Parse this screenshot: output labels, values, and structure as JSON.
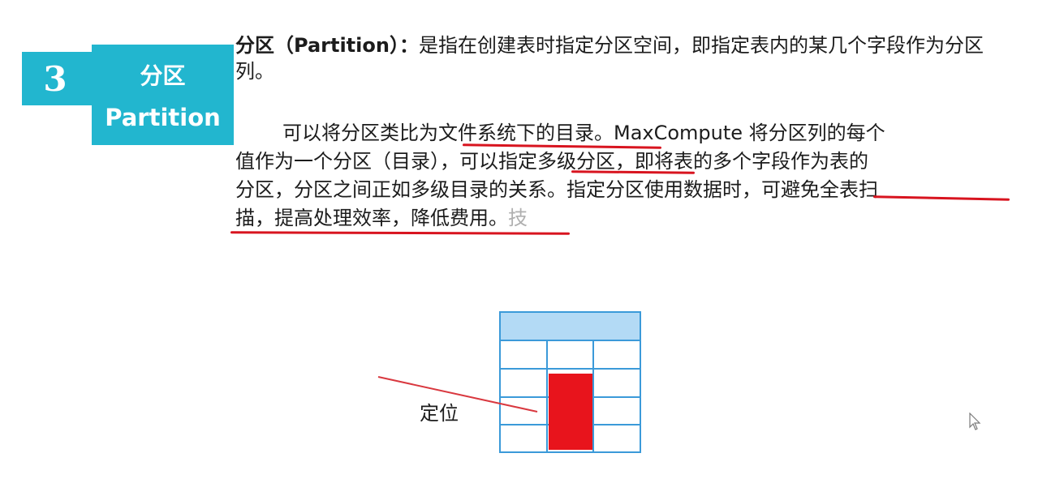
{
  "badge": {
    "number": "3",
    "title_zh": "分区",
    "title_en": "Partition"
  },
  "definition": {
    "term": "分区（Partition）：",
    "text": "是指在创建表时指定分区空间，即指定表内的某几个字段作为分区列。"
  },
  "paragraph": {
    "lines": [
      "可以将分区类比为文件系统下的目录。MaxCompute 将分区列的每个",
      "值作为一个分区（目录），可以指定多级分区，即将表的多个字段作为表的",
      "分区，分区之间正如多级目录的关系。指定分区使用数据时，可避免全表扫",
      "描，提高处理效率，降低费用。"
    ],
    "trailing_char": "技"
  },
  "diagram": {
    "label": "定位",
    "header_color": "#b3daf5",
    "border_color": "#3b9ad9",
    "highlight_color": "#e8141c",
    "pointer_color": "#d9383f"
  },
  "icons": {
    "cursor": "mouse-pointer-icon"
  }
}
